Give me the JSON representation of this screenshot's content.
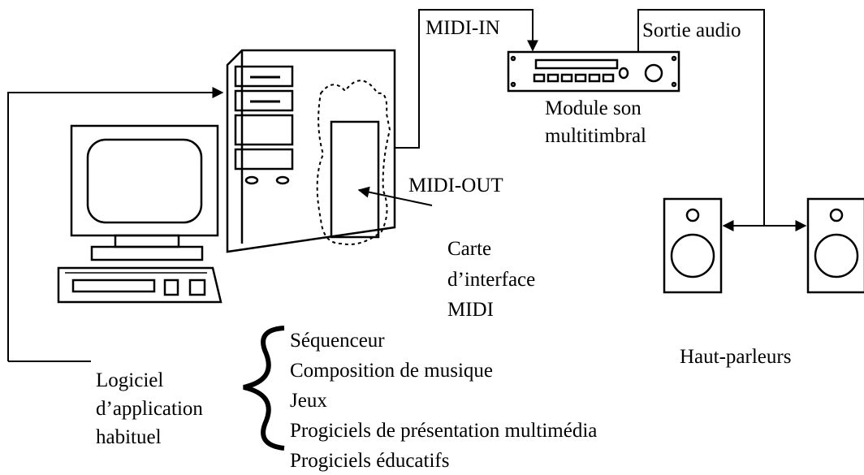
{
  "labels": {
    "midi_in": "MIDI-IN",
    "audio_out": "Sortie audio",
    "module_line1": "Module son",
    "module_line2": "multitimbral",
    "midi_out": "MIDI-OUT",
    "card_line1": "Carte",
    "card_line2": "d’interface",
    "card_line3": "MIDI",
    "speakers": "Haut-parleurs",
    "software_line1": "Logiciel",
    "software_line2": "d’application",
    "software_line3": "habituel"
  },
  "applications": [
    "Séquenceur",
    "Composition de musique",
    "Jeux",
    "Progiciels de présentation multimédia",
    "Progiciels éducatifs"
  ]
}
